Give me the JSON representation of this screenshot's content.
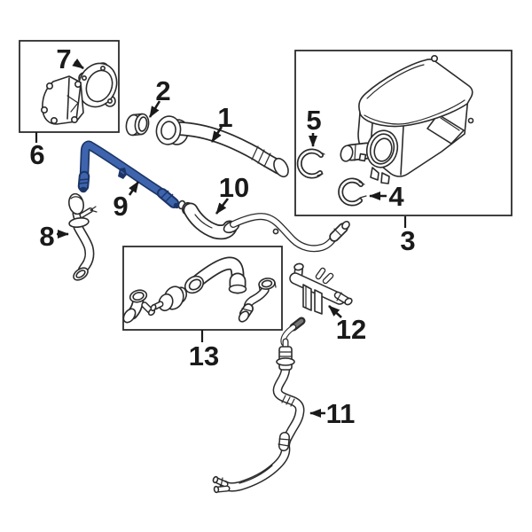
{
  "diagram": {
    "type": "exploded-parts-diagram",
    "background_color": "#ffffff",
    "line_color": "#2b2b2b",
    "highlight": {
      "fill": "#3e64ae",
      "outline": "#1c3566"
    },
    "highlighted_callout": "9",
    "callouts": [
      {
        "label": "1"
      },
      {
        "label": "2"
      },
      {
        "label": "3"
      },
      {
        "label": "4"
      },
      {
        "label": "5"
      },
      {
        "label": "6"
      },
      {
        "label": "7"
      },
      {
        "label": "8"
      },
      {
        "label": "9"
      },
      {
        "label": "10"
      },
      {
        "label": "11"
      },
      {
        "label": "12"
      },
      {
        "label": "13"
      }
    ]
  }
}
